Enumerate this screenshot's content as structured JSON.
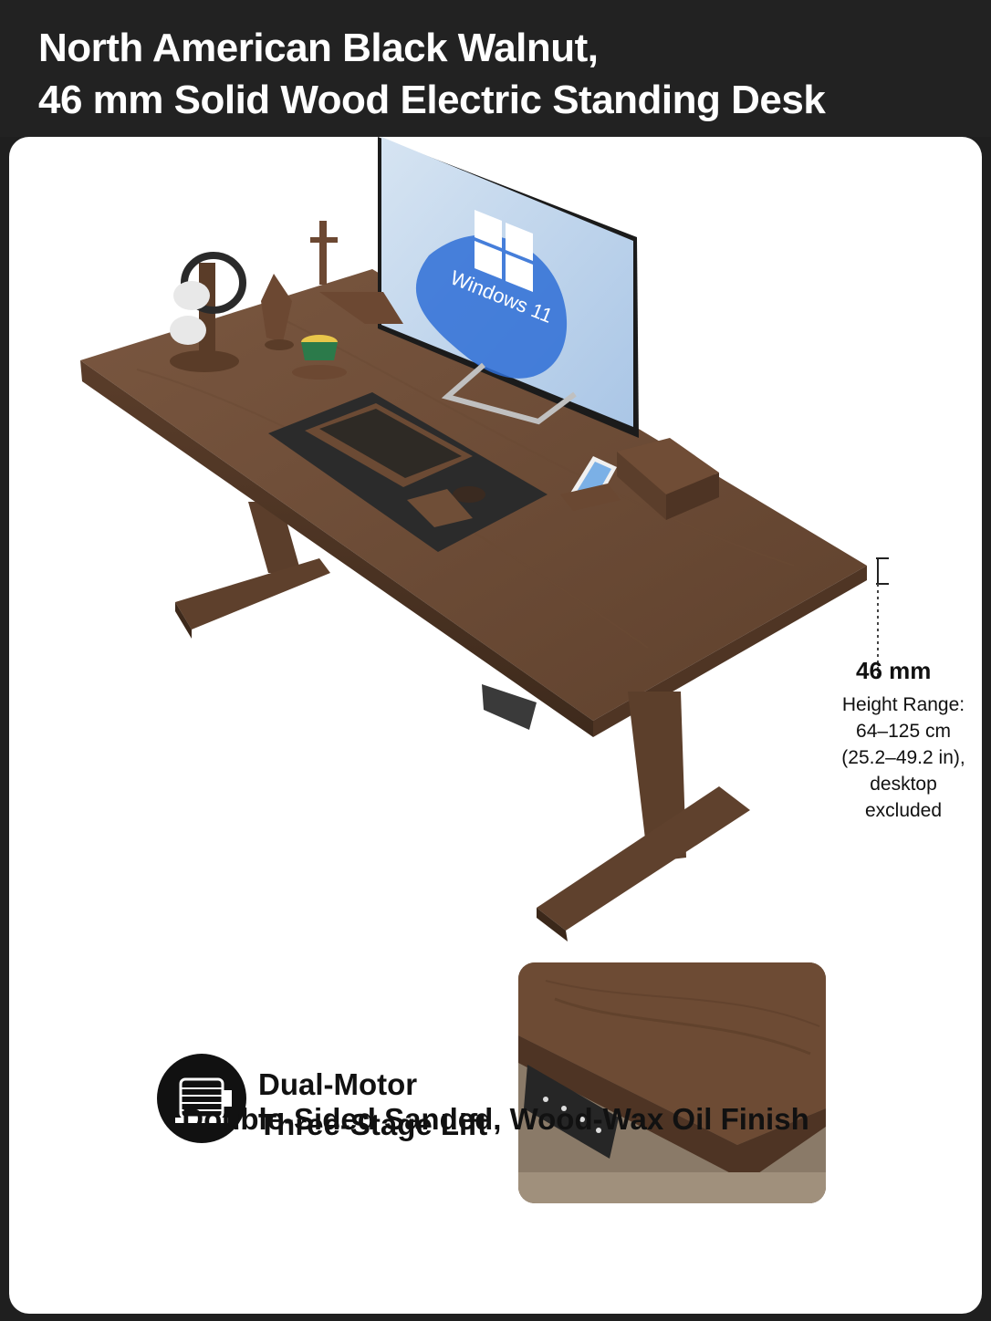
{
  "header": {
    "title_line1": "North American Black Walnut,",
    "title_line2": "46 mm Solid Wood Electric Standing Desk"
  },
  "desk": {
    "thickness_label": "46 mm",
    "height_range": {
      "line1": "Height Range:",
      "line2": "64–125 cm",
      "line3": "(25.2–49.2 in),",
      "line4": "desktop",
      "line5": "excluded"
    },
    "monitor_text": "Windows 11"
  },
  "feature": {
    "icon": "motor-icon",
    "line1": "Dual-Motor",
    "line2": "Three-Stage Lift"
  },
  "finish": "Double-Sided Sanded, Wood-Wax Oil Finish",
  "colors": {
    "walnut": "#6b4a34",
    "walnut_dark": "#4a3121",
    "header_bg": "#222222",
    "card_bg": "#ffffff"
  }
}
